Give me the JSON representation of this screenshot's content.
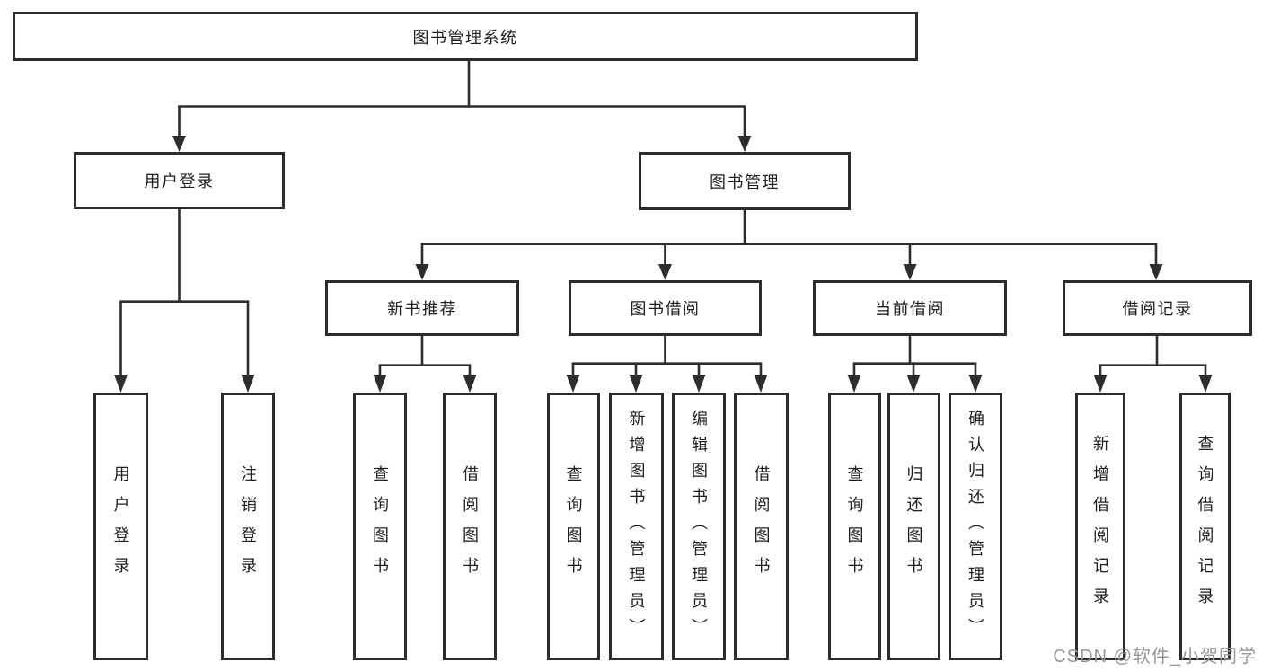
{
  "diagram": {
    "root": "图书管理系统",
    "level2": {
      "user_login": "用户登录",
      "book_mgmt": "图书管理"
    },
    "level3": {
      "new_book_rec": "新书推荐",
      "book_borrow": "图书借阅",
      "current_borrow": "当前借阅",
      "borrow_records": "借阅记录"
    },
    "leaves": {
      "ul_login": "用户登录",
      "ul_logout": "注销登录",
      "nb_query": "查询图书",
      "nb_borrow": "借阅图书",
      "bb_query": "查询图书",
      "bb_add": "新增图书（管理员）",
      "bb_edit": "编辑图书（管理员）",
      "bb_borrow": "借阅图书",
      "cb_query": "查询图书",
      "cb_return": "归还图书",
      "cb_confirm": "确认归还（管理员）",
      "br_add": "新增借阅记录",
      "br_query": "查询借阅记录"
    },
    "tree": {
      "图书管理系统": {
        "用户登录": [
          "用户登录",
          "注销登录"
        ],
        "图书管理": {
          "新书推荐": [
            "查询图书",
            "借阅图书"
          ],
          "图书借阅": [
            "查询图书",
            "新增图书（管理员）",
            "编辑图书（管理员）",
            "借阅图书"
          ],
          "当前借阅": [
            "查询图书",
            "归还图书",
            "确认归还（管理员）"
          ],
          "借阅记录": [
            "新增借阅记录",
            "查询借阅记录"
          ]
        }
      }
    }
  },
  "watermark": "CSDN @软件_小贺同学",
  "colors": {
    "line": "#2d2d2d",
    "text": "#1e1e1e",
    "watermark": "#969696",
    "background": "#ffffff"
  }
}
